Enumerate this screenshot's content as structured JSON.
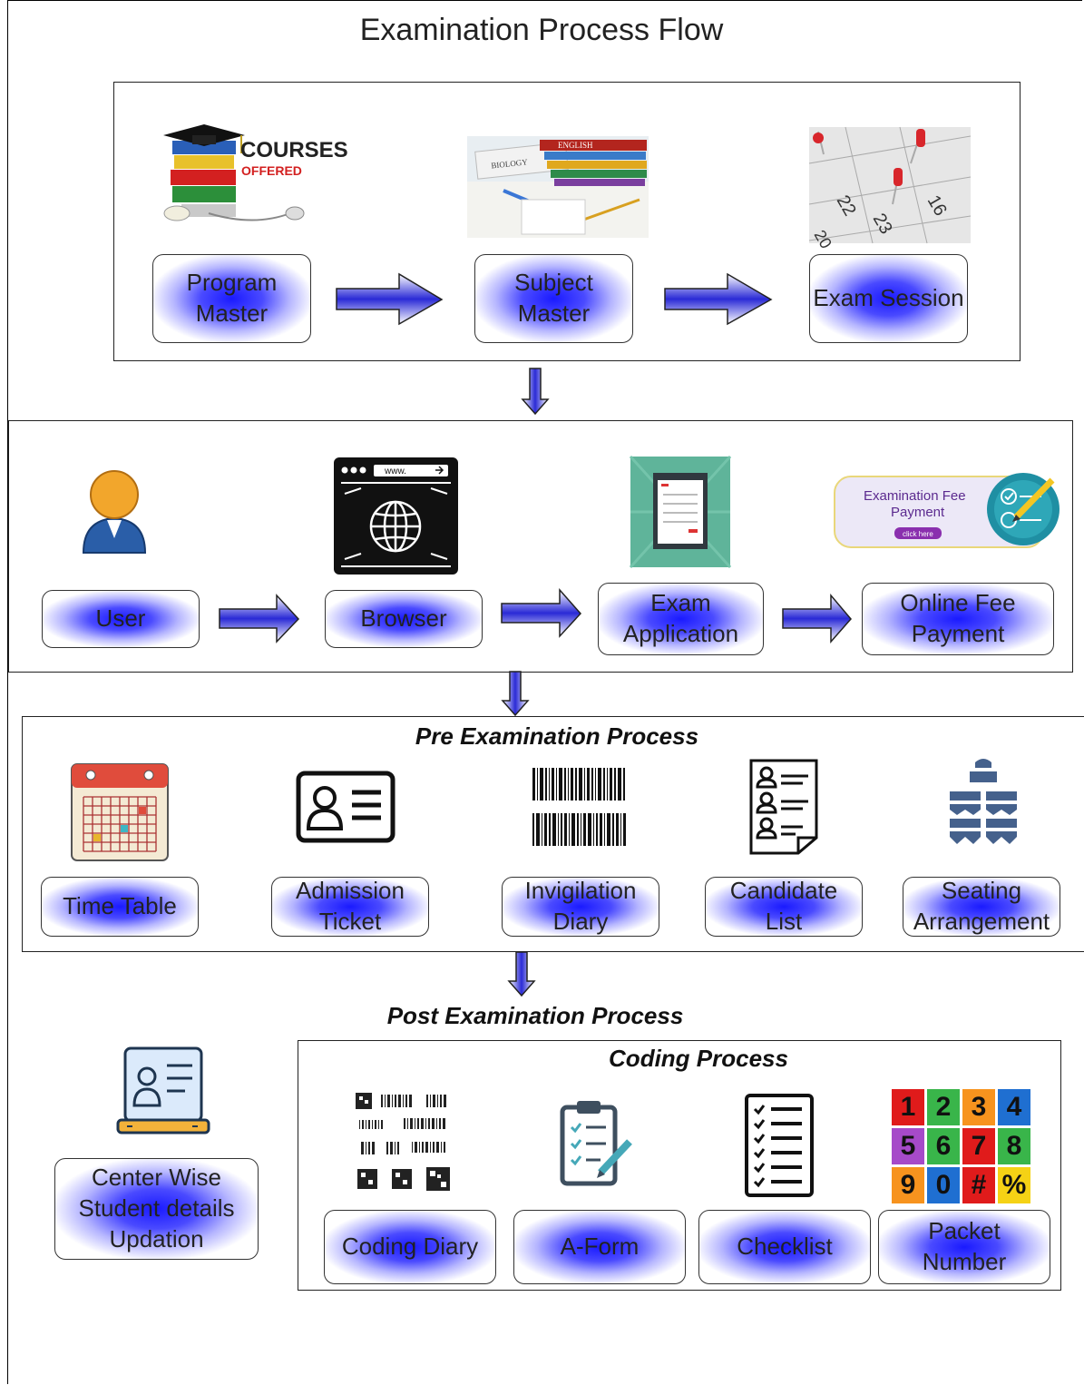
{
  "title": "Examination Process Flow",
  "stage1": {
    "nodes": [
      "Program\nMaster",
      "Subject\nMaster",
      "Exam Session"
    ],
    "image_text": {
      "courses": "COURSES",
      "offered": "OFFERED",
      "books": [
        "BIOLOGY",
        "ENGLISH"
      ],
      "calendar": [
        "22",
        "23",
        "16",
        "20"
      ]
    }
  },
  "stage2": {
    "nodes": [
      "User",
      "Browser",
      "Exam\nApplication",
      "Online Fee\nPayment"
    ],
    "image_text": {
      "www": "www.",
      "fee_line1": "Examination Fee",
      "fee_line2": "Payment",
      "fee_btn": "click here"
    }
  },
  "stage3": {
    "title": "Pre Examination Process",
    "nodes": [
      "Time Table",
      "Admission\nTicket",
      "Invigilation\nDiary",
      "Candidate\nList",
      "Seating\nArrangement"
    ]
  },
  "stage4": {
    "title": "Post Examination Process",
    "coding_title": "Coding Process",
    "left_node": "Center Wise\nStudent details\nUpdation",
    "nodes": [
      "Coding Diary",
      "A-Form",
      "Checklist",
      "Packet\nNumber"
    ],
    "tiles": [
      "1",
      "2",
      "3",
      "4",
      "5",
      "6",
      "7",
      "8",
      "9",
      "0",
      "#",
      "%"
    ],
    "tile_colors": [
      "#e01b1b",
      "#39b54a",
      "#f7931e",
      "#1f6fd1",
      "#a64ac9",
      "#39b54a",
      "#e01b1b",
      "#39b54a",
      "#f7931e",
      "#1f6fd1",
      "#e01b1b",
      "#f5d215"
    ]
  }
}
